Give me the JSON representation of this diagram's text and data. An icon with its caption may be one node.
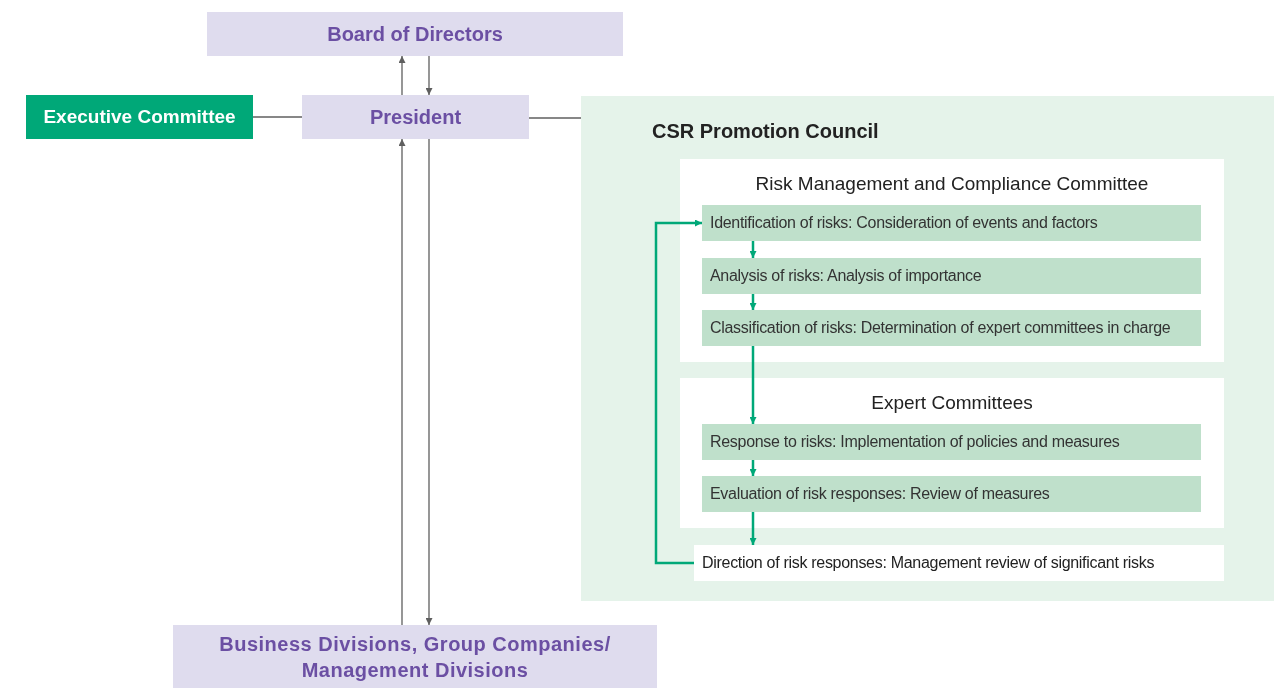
{
  "diagram": {
    "nodes": [
      {
        "text": [
          "Board of Directors"
        ]
      },
      {
        "text": [
          "Executive Committee"
        ]
      },
      {
        "text": [
          "President"
        ]
      },
      {
        "text": [
          "CSR Promotion Council"
        ]
      },
      {
        "text": [
          "Risk Management and Compliance Committee"
        ],
        "in": 3
      },
      {
        "text": [
          "Identification of risks: Consideration of events and factors"
        ],
        "in": 4
      },
      {
        "text": [
          "Analysis of risks: Analysis of importance"
        ],
        "in": 4
      },
      {
        "text": [
          "Classification of risks: Determination of expert committees in charge"
        ],
        "in": 4
      },
      {
        "text": [
          "Expert Committees"
        ],
        "in": 3
      },
      {
        "text": [
          "Response to risks: Implementation of policies and measures"
        ],
        "in": 8
      },
      {
        "text": [
          "Evaluation of risk responses: Review of measures"
        ],
        "in": 8
      },
      {
        "text": [
          "Direction of risk responses: Management review of significant risks"
        ],
        "in": 3
      },
      {
        "text": [
          "Business Divisions, Group Companies/ Management Divisions"
        ]
      }
    ],
    "edges": [
      {
        "from": 2,
        "to": 0,
        "arrow": "to"
      },
      {
        "from": 0,
        "to": 2,
        "arrow": "to"
      },
      {
        "from": 1,
        "to": 2,
        "arrow": "none"
      },
      {
        "from": 2,
        "to": 3,
        "arrow": "none"
      },
      {
        "from": 12,
        "to": 2,
        "arrow": "to"
      },
      {
        "from": 2,
        "to": 12,
        "arrow": "to"
      },
      {
        "from": 5,
        "to": 6,
        "arrow": "to",
        "color": "#00a878"
      },
      {
        "from": 6,
        "to": 7,
        "arrow": "to",
        "color": "#00a878"
      },
      {
        "from": 7,
        "to": 9,
        "arrow": "to",
        "color": "#00a878"
      },
      {
        "from": 9,
        "to": 10,
        "arrow": "to",
        "color": "#00a878"
      },
      {
        "from": 10,
        "to": 11,
        "arrow": "to",
        "color": "#00a878"
      },
      {
        "from": 11,
        "to": 5,
        "arrow": "to",
        "color": "#00a878"
      }
    ]
  }
}
